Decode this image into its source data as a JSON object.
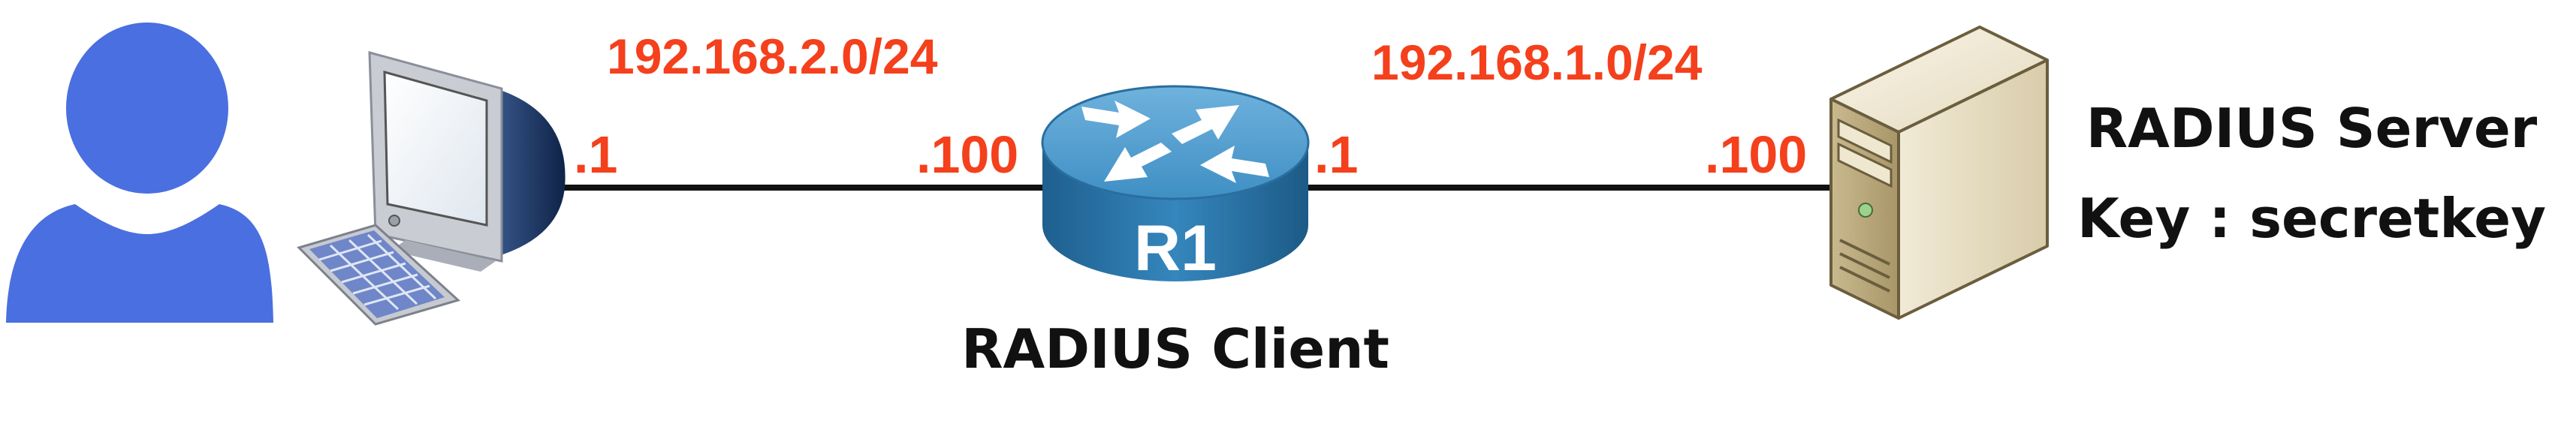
{
  "networks": {
    "left": "192.168.2.0/24",
    "right": "192.168.1.0/24"
  },
  "interfaces": {
    "pc": ".1",
    "r1_left": ".100",
    "r1_right": ".1",
    "server": ".100"
  },
  "router": {
    "name": "R1",
    "role": "RADIUS Client"
  },
  "server": {
    "role": "RADIUS Server",
    "key": "Key : secretkey"
  },
  "icons": {
    "user": "user-icon",
    "computer": "desktop-computer-icon",
    "router": "router-icon",
    "server": "server-tower-icon"
  },
  "colors": {
    "user_blue": "#4a6fe0",
    "address_red": "#f4401c",
    "router_blue": "#2f7fb5",
    "link_black": "#111111"
  }
}
